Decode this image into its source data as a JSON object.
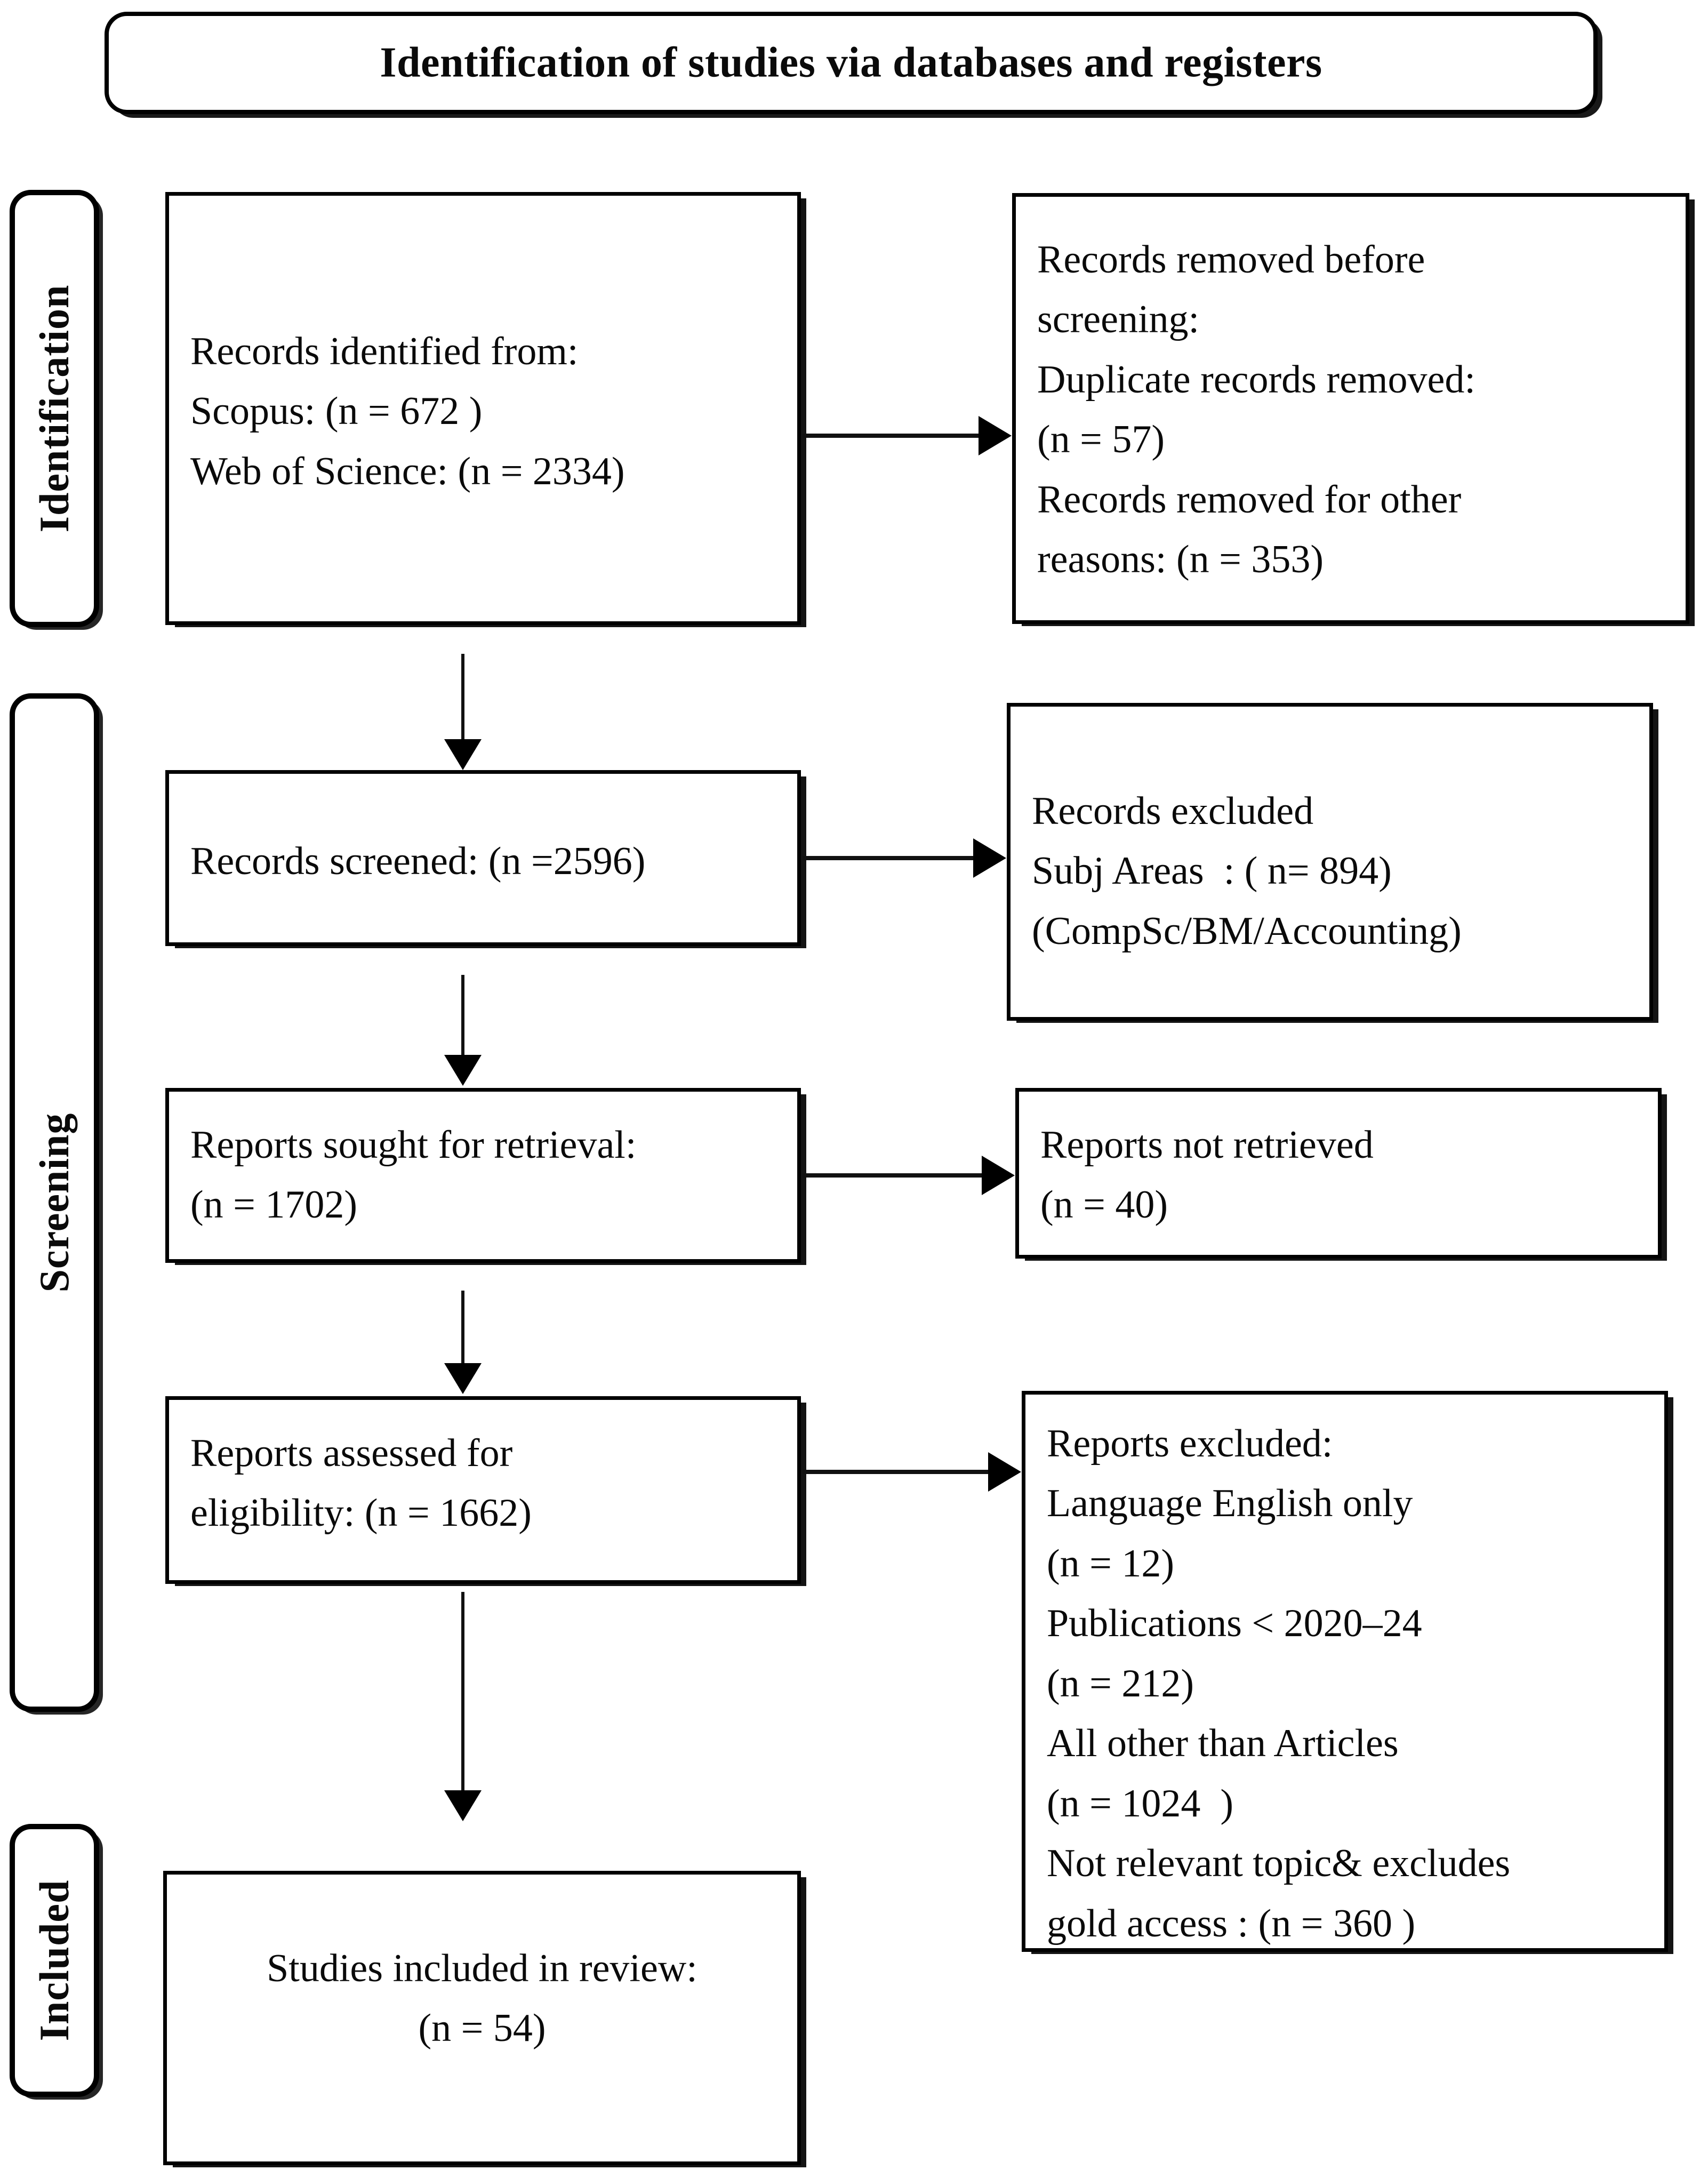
{
  "title": "Identification of studies via databases and registers",
  "stages": [
    {
      "id": "identification",
      "label": "Identification"
    },
    {
      "id": "screening",
      "label": "Screening"
    },
    {
      "id": "included",
      "label": "Included"
    }
  ],
  "flow": {
    "records_identified": {
      "lines": [
        "Records identified from:",
        "Scopus: (n = 672 )",
        "Web of Science: (n = 2334)"
      ],
      "text": "Records identified from:\nScopus: (n = 672 )\nWeb of Science: (n = 2334)"
    },
    "records_removed": {
      "lines": [
        "Records removed before",
        "screening:",
        "Duplicate records removed:",
        "(n = 57)",
        "Records removed for other",
        "reasons: (n = 353)"
      ],
      "text": "Records removed before\nscreening:\nDuplicate records removed:\n(n = 57)\nRecords removed for other\nreasons: (n = 353)"
    },
    "records_screened": {
      "lines": [
        "Records screened: (n =2596)"
      ],
      "text": "Records screened: (n =2596)"
    },
    "records_excluded": {
      "lines": [
        "Records excluded",
        "Subj Areas  : ( n= 894)",
        "(CompSc/BM/Accounting)"
      ],
      "text": "Records excluded\nSubj Areas  : ( n= 894)\n(CompSc/BM/Accounting)"
    },
    "reports_sought": {
      "lines": [
        "Reports sought for retrieval:",
        "(n = 1702)"
      ],
      "text": "Reports sought for retrieval:\n(n = 1702)"
    },
    "reports_not_retrieved": {
      "lines": [
        "Reports not retrieved",
        "(n = 40)"
      ],
      "text": "Reports not retrieved\n(n = 40)"
    },
    "reports_assessed": {
      "lines": [
        "Reports assessed for",
        "eligibility: (n = 1662)"
      ],
      "text": "Reports assessed for\neligibility: (n = 1662)"
    },
    "reports_excluded": {
      "lines": [
        "Reports excluded:",
        "Language English only",
        "(n = 12)",
        "Publications < 2020‒24",
        "(n = 212)",
        "All other than Articles",
        "(n = 1024  )",
        "Not relevant topic& excludes",
        "gold access : (n = 360 )"
      ],
      "text": "Reports excluded:\nLanguage English only\n(n = 12)\nPublications < 2020‒24\n(n = 212)\nAll other than Articles\n(n = 1024  )\nNot relevant topic& excludes\ngold access : (n = 360 )"
    },
    "studies_included": {
      "lines": [
        "Studies included in review:",
        "(n = 54)"
      ],
      "text": "Studies included in review:\n(n = 54)"
    }
  },
  "colors": {
    "stroke": "#000000",
    "background": "#ffffff",
    "text": "#0a0a0a"
  },
  "chart_data": {
    "type": "diagram",
    "diagram_kind": "prisma-flow",
    "title": "Identification of studies via databases and registers",
    "nodes": [
      {
        "id": "records_identified",
        "stage": "Identification",
        "column": "left",
        "n": {
          "Scopus": 672,
          "Web of Science": 2334
        }
      },
      {
        "id": "records_removed",
        "stage": "Identification",
        "column": "right",
        "n": {
          "Duplicate records removed": 57,
          "Records removed for other reasons": 353
        }
      },
      {
        "id": "records_screened",
        "stage": "Screening",
        "column": "left",
        "n": {
          "Records screened": 2596
        }
      },
      {
        "id": "records_excluded",
        "stage": "Screening",
        "column": "right",
        "n": {
          "Subj Areas (CompSc/BM/Accounting)": 894
        }
      },
      {
        "id": "reports_sought",
        "stage": "Screening",
        "column": "left",
        "n": {
          "Reports sought for retrieval": 1702
        }
      },
      {
        "id": "reports_not_retrieved",
        "stage": "Screening",
        "column": "right",
        "n": {
          "Reports not retrieved": 40
        }
      },
      {
        "id": "reports_assessed",
        "stage": "Screening",
        "column": "left",
        "n": {
          "Reports assessed for eligibility": 1662
        }
      },
      {
        "id": "reports_excluded",
        "stage": "Screening",
        "column": "right",
        "n": {
          "Language English only": 12,
          "Publications < 2020-24": 212,
          "All other than Articles": 1024,
          "Not relevant topic & excludes gold access": 360
        }
      },
      {
        "id": "studies_included",
        "stage": "Included",
        "column": "left",
        "n": {
          "Studies included in review": 54
        }
      }
    ],
    "edges": [
      {
        "from": "records_identified",
        "to": "records_removed",
        "direction": "right"
      },
      {
        "from": "records_identified",
        "to": "records_screened",
        "direction": "down"
      },
      {
        "from": "records_screened",
        "to": "records_excluded",
        "direction": "right"
      },
      {
        "from": "records_screened",
        "to": "reports_sought",
        "direction": "down"
      },
      {
        "from": "reports_sought",
        "to": "reports_not_retrieved",
        "direction": "right"
      },
      {
        "from": "reports_sought",
        "to": "reports_assessed",
        "direction": "down"
      },
      {
        "from": "reports_assessed",
        "to": "reports_excluded",
        "direction": "right"
      },
      {
        "from": "reports_assessed",
        "to": "studies_included",
        "direction": "down"
      }
    ]
  }
}
